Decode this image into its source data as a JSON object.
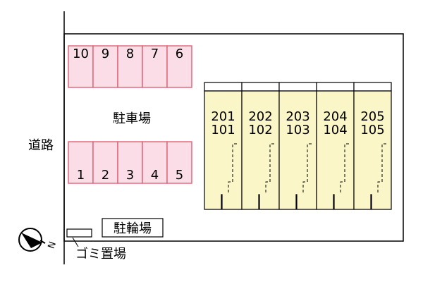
{
  "labels": {
    "road": "道路",
    "parking": "駐車場",
    "bicycle_parking": "駐輪場",
    "garbage": "ゴミ置場",
    "compass_north": "N"
  },
  "parking_spaces": {
    "top_row": [
      "10",
      "9",
      "8",
      "7",
      "6"
    ],
    "bottom_row": [
      "1",
      "2",
      "3",
      "4",
      "5"
    ]
  },
  "units": [
    {
      "upper": "201",
      "lower": "101"
    },
    {
      "upper": "202",
      "lower": "102"
    },
    {
      "upper": "203",
      "lower": "103"
    },
    {
      "upper": "204",
      "lower": "104"
    },
    {
      "upper": "205",
      "lower": "105"
    }
  ],
  "colors": {
    "parking_fill": "#fadde6",
    "parking_stroke": "#e06077",
    "unit_fill": "#fbf6c8",
    "outline": "#000000"
  }
}
